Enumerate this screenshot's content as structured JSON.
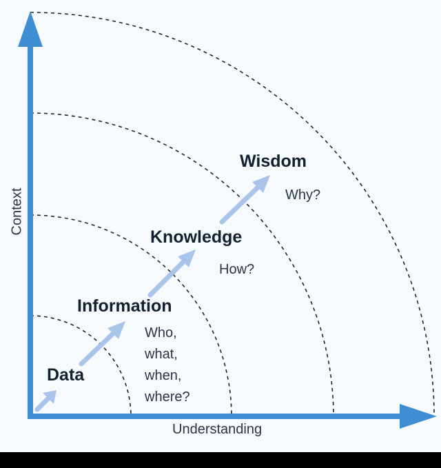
{
  "diagram": {
    "stages": [
      {
        "name": "Data",
        "question": ""
      },
      {
        "name": "Information",
        "question": "Who,\nwhat,\nwhen,\nwhere?"
      },
      {
        "name": "Knowledge",
        "question": "How?"
      },
      {
        "name": "Wisdom",
        "question": "Why?"
      }
    ],
    "axes": {
      "x_label": "Understanding",
      "y_label": "Context"
    },
    "colors": {
      "axis": "#3f8ed3",
      "arrow": "#a9c4ea",
      "dashed_arcs": "#222222",
      "background": "#f7fafd"
    }
  }
}
